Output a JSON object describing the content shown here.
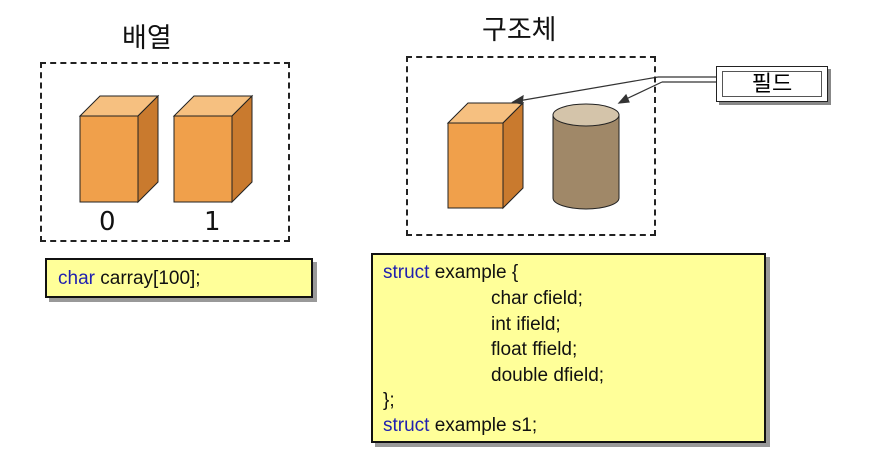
{
  "array_section": {
    "title": "배열",
    "indices": [
      "0",
      "1"
    ],
    "code": {
      "keyword": "char",
      "rest": " carray[100];"
    }
  },
  "struct_section": {
    "title": "구조체",
    "field_label": "필드",
    "code_lines": [
      {
        "keyword": "struct",
        "rest": " example {"
      },
      {
        "keyword": "",
        "rest": "char cfield;"
      },
      {
        "keyword": "",
        "rest": "int ifield;"
      },
      {
        "keyword": "",
        "rest": "float ffield;"
      },
      {
        "keyword": "",
        "rest": "double dfield;"
      },
      {
        "keyword": "",
        "rest": "};"
      },
      {
        "keyword": "struct",
        "rest": " example s1;"
      }
    ]
  },
  "colors": {
    "box_front": "#f0a04b",
    "box_side": "#c97a2e",
    "box_top": "#f6c080",
    "cylinder_body": "#a08868",
    "cylinder_top": "#d4c4aa",
    "code_bg": "#ffff99",
    "keyword": "#1f1fb0"
  }
}
